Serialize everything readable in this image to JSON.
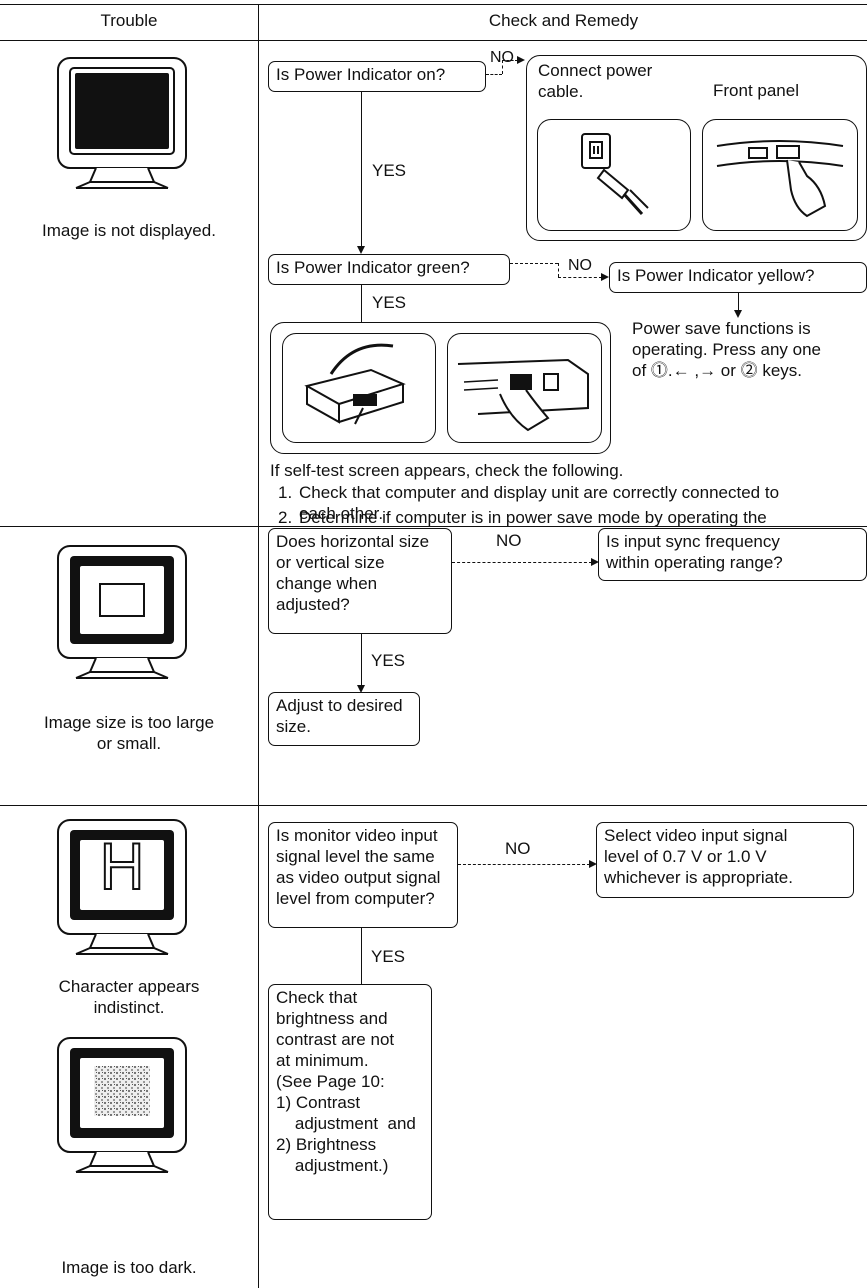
{
  "header": {
    "trouble": "Trouble",
    "remedy": "Check and Remedy"
  },
  "section1": {
    "caption": "Image is not displayed.",
    "q_power_on": "Is Power Indicator on?",
    "no1": "NO",
    "connect_title": "Connect power\ncable.",
    "front_panel": "Front panel",
    "yes1": "YES",
    "q_green": "Is Power Indicator green?",
    "no2": "NO",
    "q_yellow": "Is Power Indicator yellow?",
    "yes2": "YES",
    "power_save": "Power save functions is\noperating. Press any one\nof ⓵.← ,→ or ⓶ keys.",
    "self_test": "If self-test screen appears, check the following.",
    "item1_num": "1.",
    "item1": "Check that computer and display unit are correctly connected to\neach other.",
    "item2_num": "2.",
    "item2": "Determine if computer is in power save mode by operating the\nkeyboard or mouse."
  },
  "section2": {
    "caption": "Image size is too large\nor small.",
    "q_size": "Does horizontal size\nor vertical size\nchange when\nadjusted?",
    "no": "NO",
    "q_sync": "Is input sync frequency\nwithin operating range?",
    "yes": "YES",
    "adjust": "Adjust to desired\nsize."
  },
  "section3": {
    "caption1": "Character appears\nindistinct.",
    "monitor_letter": "H",
    "caption2": "Image is too dark.",
    "q_level": "Is monitor video input\nsignal level the same\nas video output signal\nlevel from computer?",
    "no": "NO",
    "select": "Select video input signal\nlevel of 0.7 V or 1.0 V\nwhichever is appropriate.",
    "yes": "YES",
    "check": "Check that\nbrightness and\ncontrast are not\nat minimum.\n(See Page 10:\n1) Contrast\n    adjustment  and\n2) Brightness\n    adjustment.)"
  }
}
